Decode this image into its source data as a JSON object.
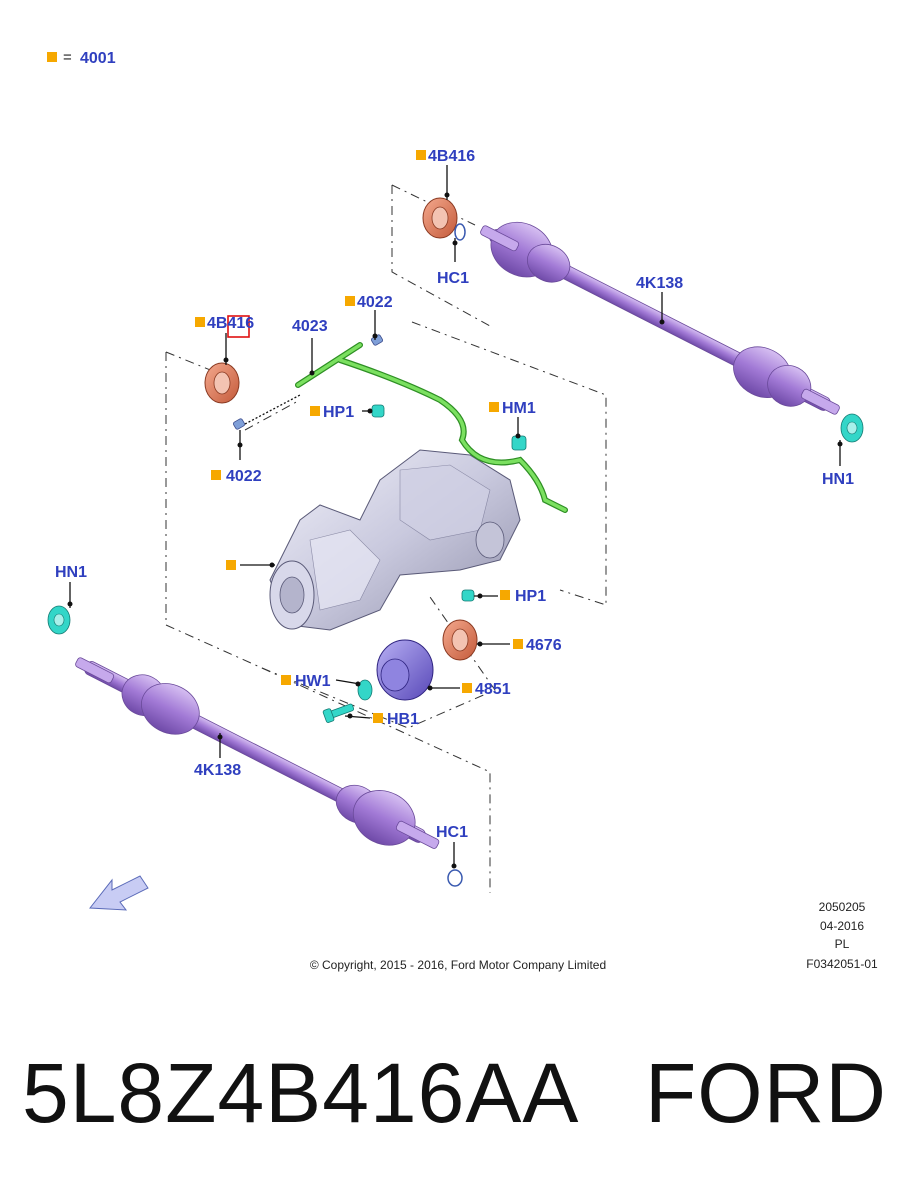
{
  "legend": {
    "equals": "=",
    "code": "4001"
  },
  "colors": {
    "label": "#2f3fbf",
    "marker": "#f6a800",
    "highlight": "#e01010",
    "shaft": "#a27ad6",
    "hose": "#4fbf3a",
    "fastener": "#33d6c8",
    "seal": "#e07a5a"
  },
  "labels": {
    "seal_upper": "4B416",
    "seal_left": "4B416",
    "circlip_upper": "HC1",
    "circlip_lower": "HC1",
    "halfshaft_upper": "4K138",
    "halfshaft_lower": "4K138",
    "vent_hose": "4023",
    "connector_top": "4022",
    "connector_left": "4022",
    "plug_upper": "HP1",
    "plug_lower": "HP1",
    "mount": "HM1",
    "nut_right": "HN1",
    "nut_left": "HN1",
    "seal_flange": "4676",
    "flange": "4851",
    "washer": "HW1",
    "bolt": "HB1"
  },
  "info": {
    "code": "2050205",
    "date": "04-2016",
    "lang": "PL",
    "ref": "F0342051-01",
    "copyright": "© Copyright, 2015 - 2016, Ford Motor Company Limited"
  },
  "product": {
    "part_number": "5L8Z4B416AA",
    "brand": "FORD"
  }
}
